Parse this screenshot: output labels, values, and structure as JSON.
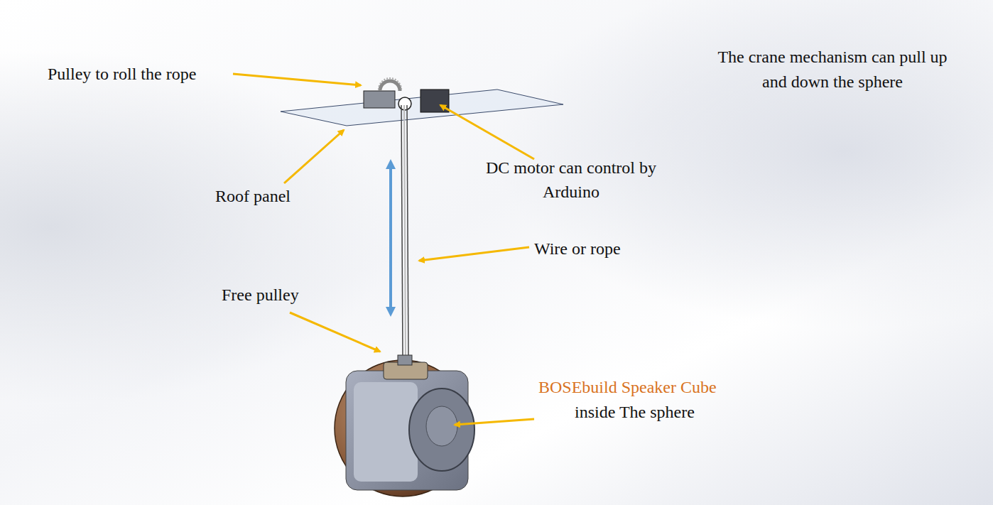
{
  "diagram": {
    "labels": [
      "Pulley to roll the rope",
      "The crane mechanism can pull up and down the sphere",
      "DC motor can control by Arduino",
      "Roof panel",
      "Wire or rope",
      "Free pulley",
      "BOSEbuild Speaker Cube",
      "inside The sphere"
    ]
  }
}
